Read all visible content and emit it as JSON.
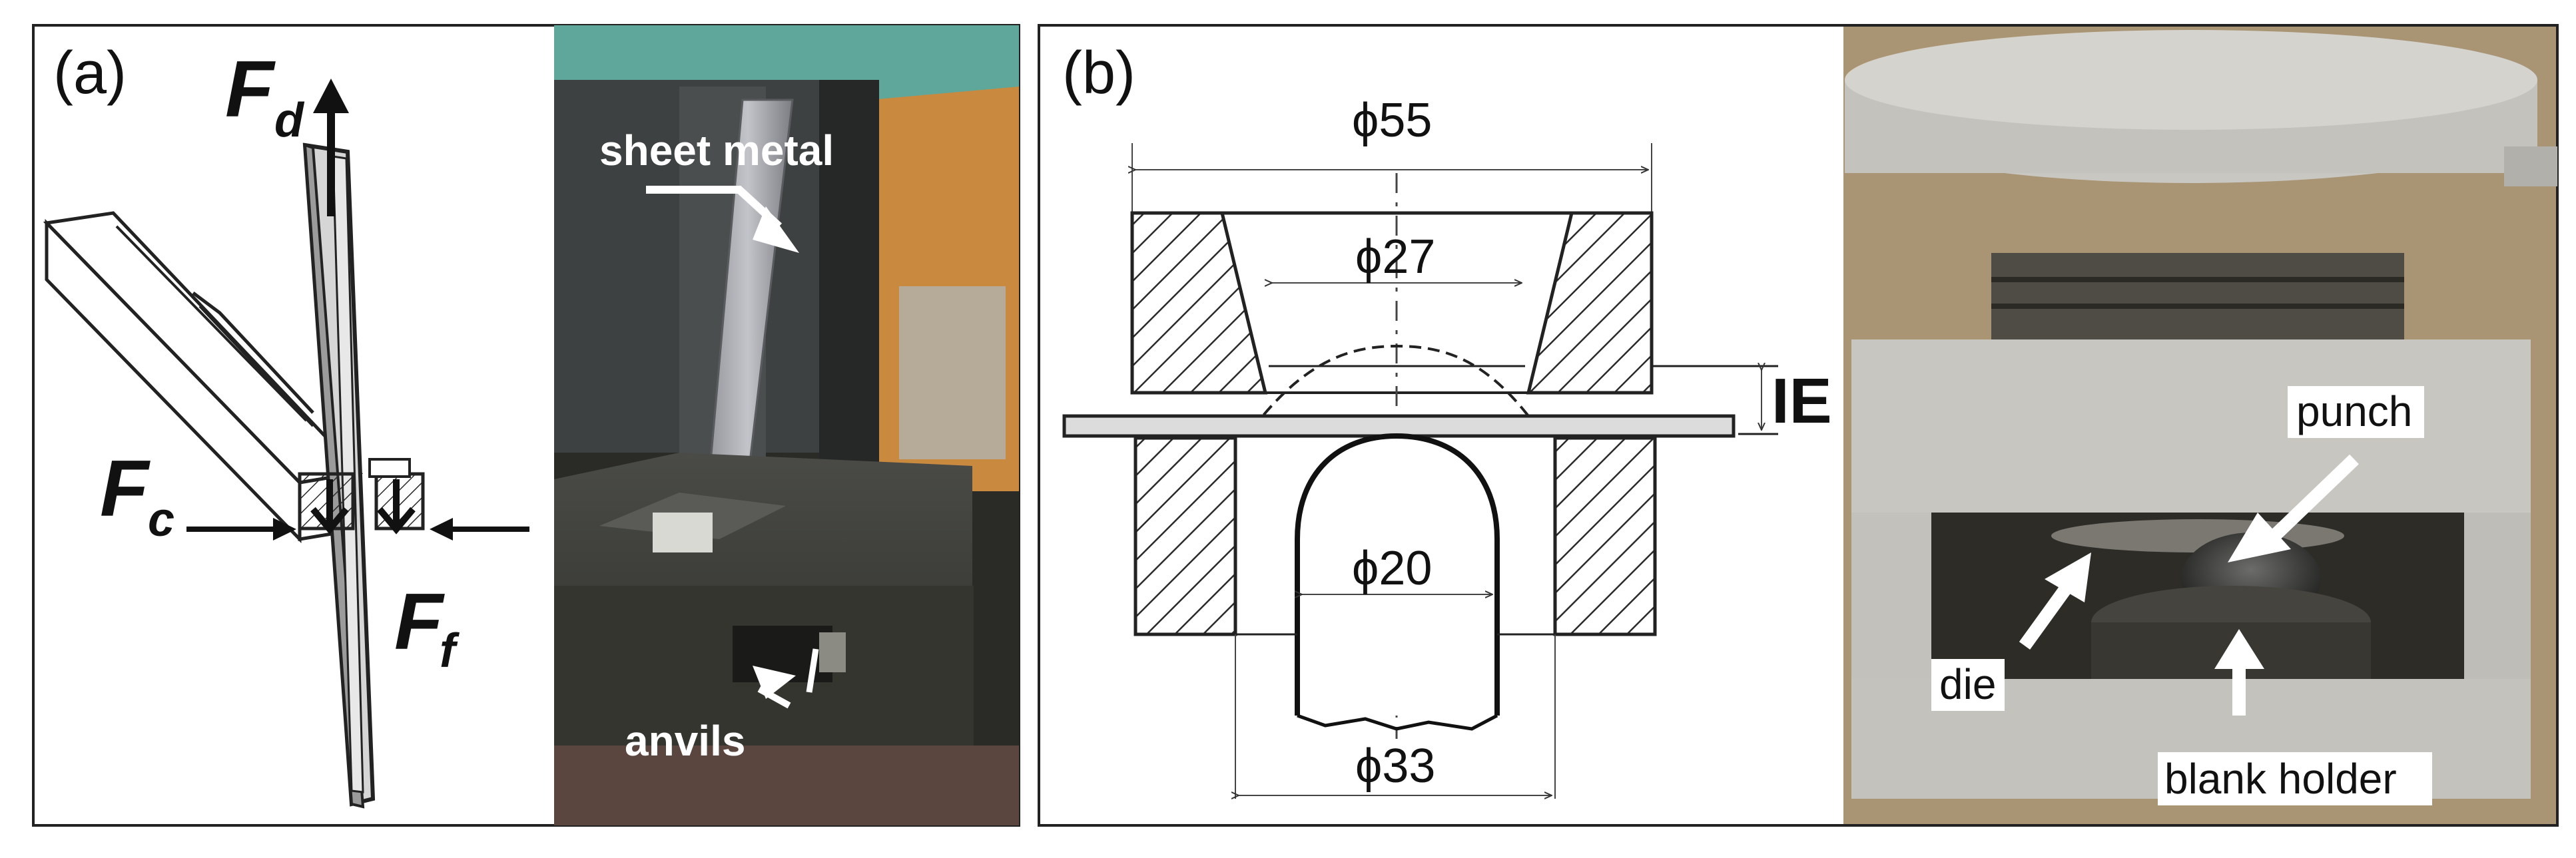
{
  "panel_a": {
    "panel_label": "(a)",
    "forces": {
      "draw": {
        "symbol": "F",
        "subscript": "d"
      },
      "clamp": {
        "symbol": "F",
        "subscript": "c"
      },
      "friction": {
        "symbol": "F",
        "subscript": "f"
      }
    },
    "photo_labels": {
      "sheet": "sheet metal",
      "anvils": "anvils"
    }
  },
  "panel_b": {
    "panel_label": "(b)",
    "dimensions": {
      "d55": "ϕ55",
      "d27": "ϕ27",
      "d20": "ϕ20",
      "d33": "ϕ33"
    },
    "ie_label": "IE",
    "photo_labels": {
      "punch": "punch",
      "die": "die",
      "blank_holder": "blank holder"
    }
  },
  "colors": {
    "frame": "#222222",
    "grey_part": "#dcdcdc",
    "hatch": "#2a2a2a",
    "photo_grey": "#c9c7c2",
    "photo_dark": "#3b3b36",
    "label": "#ffffff"
  }
}
